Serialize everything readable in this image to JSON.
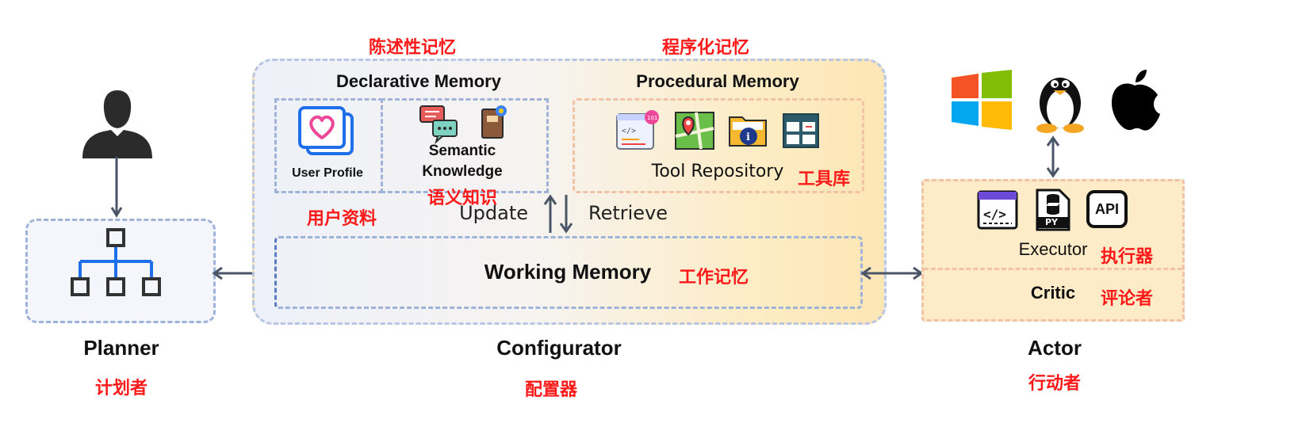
{
  "planner": {
    "title": "Planner",
    "title_cn": "计划者"
  },
  "configurator": {
    "title": "Configurator",
    "title_cn": "配置器",
    "declarative": {
      "title": "Declarative Memory",
      "title_cn": "陈述性记忆",
      "user_profile": "User Profile",
      "user_profile_cn": "用户资料",
      "semantic_knowledge_line1": "Semantic",
      "semantic_knowledge_line2": "Knowledge",
      "semantic_knowledge_cn": "语义知识"
    },
    "procedural": {
      "title": "Procedural Memory",
      "title_cn": "程序化记忆",
      "tool_repository": "Tool Repository",
      "tool_repository_cn": "工具库"
    },
    "update": "Update",
    "retrieve": "Retrieve",
    "working": {
      "title": "Working Memory",
      "title_cn": "工作记忆"
    }
  },
  "actor": {
    "title": "Actor",
    "title_cn": "行动者",
    "executor": "Executor",
    "executor_cn": "执行器",
    "critic": "Critic",
    "critic_cn": "评论者",
    "api_label": "API",
    "py_label": "PY"
  },
  "icons": [
    "user-silhouette-icon",
    "hierarchy-icon",
    "heart-cards-icon",
    "chat-bubbles-icon",
    "book-icon",
    "code-window-icon",
    "map-pin-icon",
    "info-folder-icon",
    "table-icon",
    "windows-logo-icon",
    "linux-penguin-icon",
    "apple-logo-icon",
    "terminal-code-icon",
    "python-file-icon",
    "api-icon"
  ],
  "colors": {
    "accent_red": "#ff1a1a",
    "planner_bg": "#f4f6fb",
    "planner_border": "#9fb3d9",
    "config_gradient_start": "#eef1f9",
    "config_gradient_end": "#fde9bd",
    "actor_bg": "#fdecc7",
    "actor_border": "#f2c2a6",
    "arrow": "#4a5568"
  }
}
